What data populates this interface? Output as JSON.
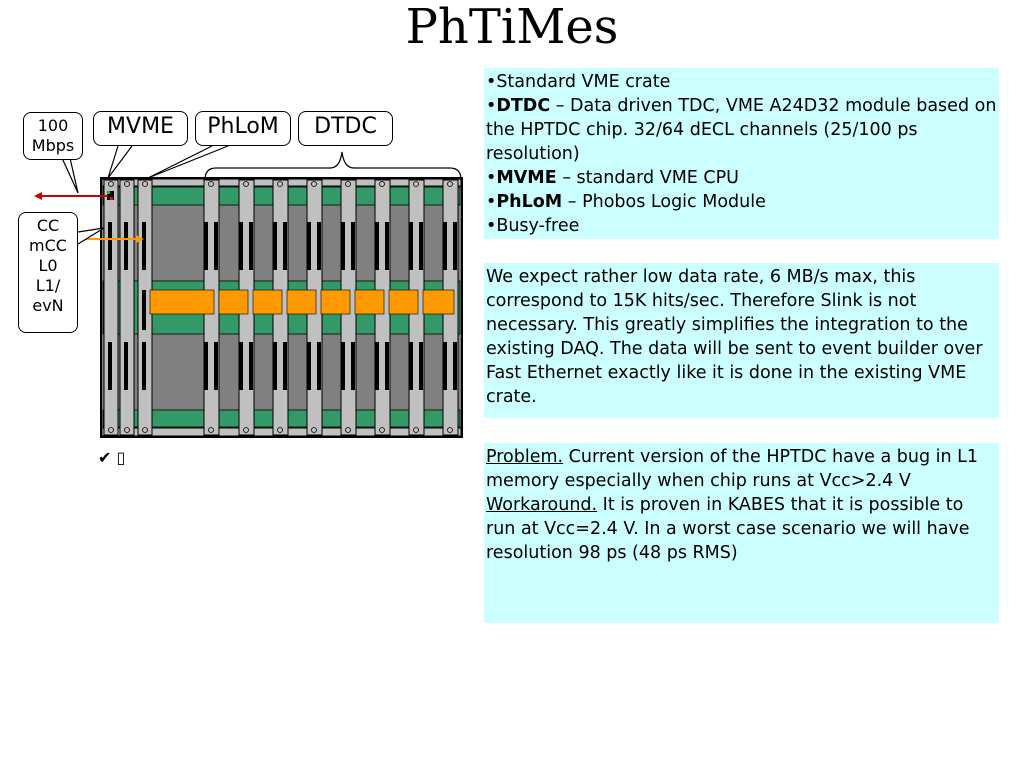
{
  "title": "PhTiMes",
  "colors": {
    "textbox_bg": "#ccffff",
    "crate_green": "#339966",
    "crate_gray": "#808080",
    "board_silver": "#c0c0c0",
    "bus_orange": "#ff9900",
    "ethernet_red": "#cc0000"
  },
  "labels": {
    "network": [
      "100",
      "Mbps"
    ],
    "mvme": "MVME",
    "phlom": "PhLoM",
    "dtdc": "DTDC",
    "signals": [
      "CC",
      "mCC",
      "L0",
      "L1/",
      "evN"
    ]
  },
  "box1": {
    "line1": "•Standard VME crate",
    "dtdc_bullet": "•",
    "dtdc_bold": "DTDC",
    "dtdc_text": " – Data driven TDC, VME A24D32 module based on the HPTDC chip. 32/64 dECL channels (25/100 ps resolution)",
    "mvme_bullet": "•",
    "mvme_bold": "MVME",
    "mvme_text": " – standard VME CPU",
    "phlom_bullet": "•",
    "phlom_bold": "PhLoM",
    "phlom_text": " – Phobos Logic Module",
    "line5": "•Busy-free"
  },
  "box2": {
    "text": "We expect rather low data rate, 6 MB/s max, this correspond to 15K hits/sec. Therefore Slink is not necessary. This greatly simplifies the integration to the existing DAQ. The data will be sent to event builder over Fast Ethernet exactly like it is done in the existing VME crate."
  },
  "box3": {
    "problem_label": "Problem.",
    "problem_text": " Current version of the HPTDC have a bug in L1 memory especially when chip runs at Vcc>2.4 V",
    "workaround_label": "Workaround.",
    "workaround_text": " It is proven in KABES that it is possible to run at Vcc=2.4 V. In a worst case scenario we will have resolution 98 ps (48 ps RMS)"
  },
  "footer": {
    "checkmark": "✔",
    "box_glyph": "▯",
    "icons": [
      "checkmark-icon",
      "placeholder-box-icon"
    ]
  }
}
